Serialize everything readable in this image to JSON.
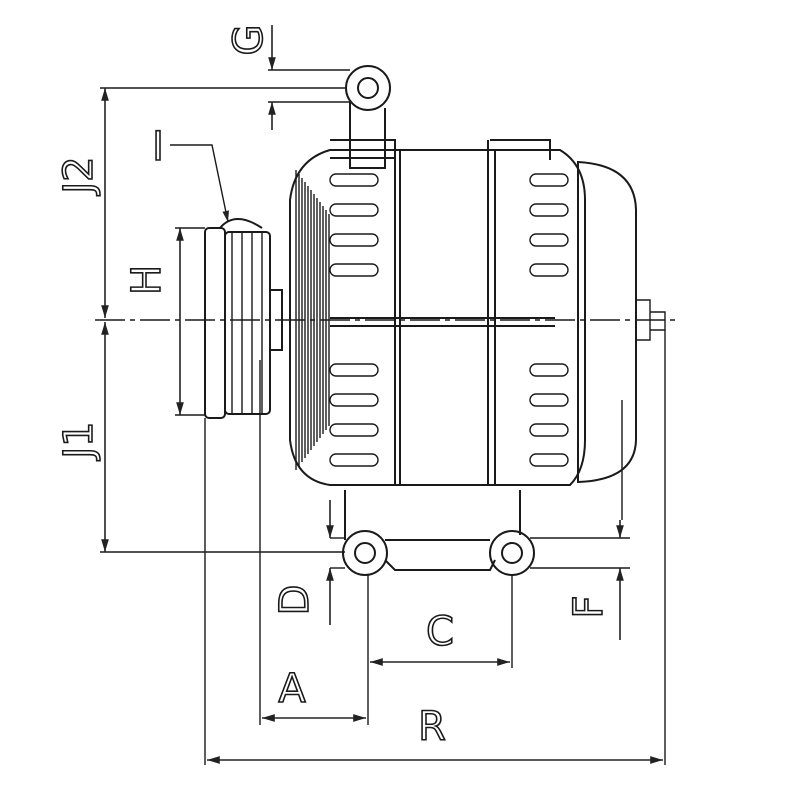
{
  "drawing": {
    "subject": "alternator",
    "colors": {
      "line": "#1a1a1a",
      "background": "#ffffff"
    },
    "labels": {
      "G": "G",
      "J2": "J2",
      "I": "I",
      "H": "H",
      "J1": "J1",
      "D": "D",
      "A": "A",
      "C": "C",
      "R": "R",
      "F": "F"
    }
  }
}
